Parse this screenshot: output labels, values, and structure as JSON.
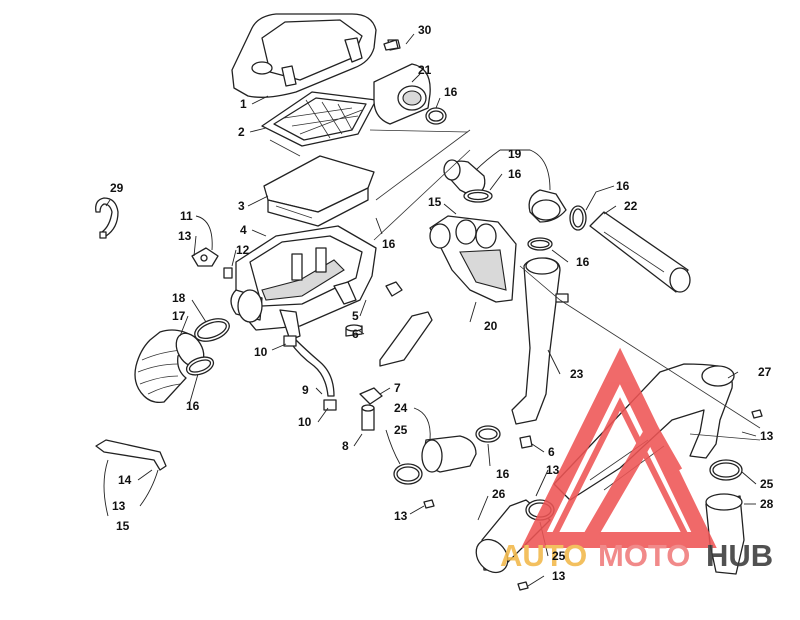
{
  "callouts": [
    {
      "label": "30"
    },
    {
      "label": "21"
    },
    {
      "label": "16"
    },
    {
      "label": "1"
    },
    {
      "label": "2"
    },
    {
      "label": "19"
    },
    {
      "label": "16"
    },
    {
      "label": "3"
    },
    {
      "label": "29"
    },
    {
      "label": "15"
    },
    {
      "label": "16"
    },
    {
      "label": "22"
    },
    {
      "label": "11"
    },
    {
      "label": "4"
    },
    {
      "label": "16"
    },
    {
      "label": "13"
    },
    {
      "label": "12"
    },
    {
      "label": "16"
    },
    {
      "label": "18"
    },
    {
      "label": "17"
    },
    {
      "label": "5"
    },
    {
      "label": "20"
    },
    {
      "label": "6"
    },
    {
      "label": "10"
    },
    {
      "label": "23"
    },
    {
      "label": "9"
    },
    {
      "label": "7"
    },
    {
      "label": "16"
    },
    {
      "label": "27"
    },
    {
      "label": "10"
    },
    {
      "label": "24"
    },
    {
      "label": "13"
    },
    {
      "label": "25"
    },
    {
      "label": "8"
    },
    {
      "label": "6"
    },
    {
      "label": "14"
    },
    {
      "label": "16"
    },
    {
      "label": "13"
    },
    {
      "label": "25"
    },
    {
      "label": "26"
    },
    {
      "label": "28"
    },
    {
      "label": "13"
    },
    {
      "label": "13"
    },
    {
      "label": "15"
    },
    {
      "label": "25"
    },
    {
      "label": "13"
    }
  ],
  "watermark": {
    "part1": "AUTO",
    "part2": "MOTO",
    "part3": "HUB",
    "color_auto": "#f2b84a",
    "color_moto": "#f07b7b",
    "color_hub": "#3a3a3a",
    "logo_color": "#ee5555"
  }
}
